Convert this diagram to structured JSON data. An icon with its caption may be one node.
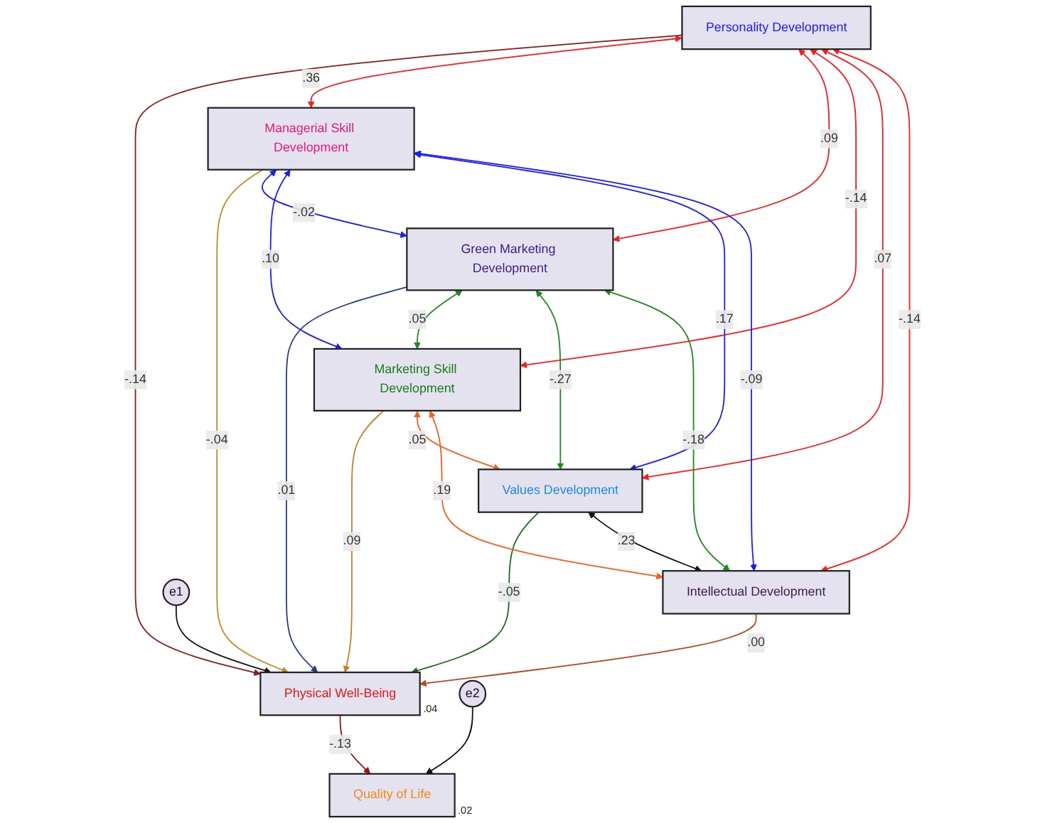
{
  "diagram": {
    "nodes": [
      {
        "text": [
          "Personality Development"
        ]
      },
      {
        "text": [
          "Managerial Skill Development"
        ]
      },
      {
        "text": [
          "Green Marketing Development"
        ]
      },
      {
        "text": [
          "Marketing Skill Development"
        ]
      },
      {
        "text": [
          "Values Development"
        ]
      },
      {
        "text": [
          "Intellectual Development"
        ]
      },
      {
        "text": [
          "e1"
        ]
      },
      {
        "text": [
          "Physical Well-Being"
        ],
        "beside": [
          ".04"
        ]
      },
      {
        "text": [
          "Quality of Life"
        ],
        "beside": [
          ".02"
        ]
      },
      {
        "text": [
          "e2"
        ]
      }
    ],
    "edges": [
      {
        "from": 0,
        "to": 7,
        "arrow": "to",
        "label": "-.14",
        "color": "#8b1a1a"
      },
      {
        "from": 1,
        "to": 7,
        "arrow": "to",
        "label": "-.04",
        "color": "#c88a1e"
      },
      {
        "from": 2,
        "to": 7,
        "arrow": "to",
        "label": ".01",
        "color": "#2a3a8a"
      },
      {
        "from": 3,
        "to": 7,
        "arrow": "to",
        "label": ".09",
        "color": "#c8801e"
      },
      {
        "from": 4,
        "to": 7,
        "arrow": "to",
        "label": "-.05",
        "color": "#1a6a1a"
      },
      {
        "from": 5,
        "to": 7,
        "arrow": "to",
        "label": ".00",
        "color": "#b8481e"
      },
      {
        "from": 6,
        "to": 7,
        "arrow": "to",
        "color": "#111111"
      },
      {
        "from": 7,
        "to": 8,
        "arrow": "to",
        "label": "-.13",
        "color": "#a01010"
      },
      {
        "from": 9,
        "to": 8,
        "arrow": "to",
        "color": "#111111"
      },
      {
        "from": 0,
        "to": 1,
        "arrow": "both",
        "label": ".36",
        "color": "#ff1a1a"
      },
      {
        "from": 0,
        "to": 2,
        "arrow": "both",
        "label": ".09",
        "color": "#ff1a1a"
      },
      {
        "from": 0,
        "to": 3,
        "arrow": "both",
        "label": "-.14",
        "color": "#ff1a1a"
      },
      {
        "from": 0,
        "to": 4,
        "arrow": "both",
        "label": ".07",
        "color": "#ff1a1a"
      },
      {
        "from": 0,
        "to": 5,
        "arrow": "both",
        "label": "-.14",
        "color": "#ff1a1a"
      },
      {
        "from": 1,
        "to": 2,
        "arrow": "both",
        "label": "-.02",
        "color": "#1a1aff"
      },
      {
        "from": 1,
        "to": 3,
        "arrow": "both",
        "label": ".10",
        "color": "#1a1aff"
      },
      {
        "from": 1,
        "to": 4,
        "arrow": "both",
        "label": ".17",
        "color": "#1a1aff"
      },
      {
        "from": 1,
        "to": 5,
        "arrow": "both",
        "label": "-.09",
        "color": "#1a1aff"
      },
      {
        "from": 2,
        "to": 3,
        "arrow": "both",
        "label": ".05",
        "color": "#1a8a1a"
      },
      {
        "from": 2,
        "to": 4,
        "arrow": "both",
        "label": "-.27",
        "color": "#1a8a1a"
      },
      {
        "from": 2,
        "to": 5,
        "arrow": "both",
        "label": "-.18",
        "color": "#1a8a1a"
      },
      {
        "from": 3,
        "to": 4,
        "arrow": "both",
        "label": ".05",
        "color": "#ff5a1a"
      },
      {
        "from": 3,
        "to": 5,
        "arrow": "both",
        "label": ".19",
        "color": "#ff5a1a"
      },
      {
        "from": 4,
        "to": 5,
        "arrow": "both",
        "label": ".23",
        "color": "#111111"
      }
    ]
  }
}
